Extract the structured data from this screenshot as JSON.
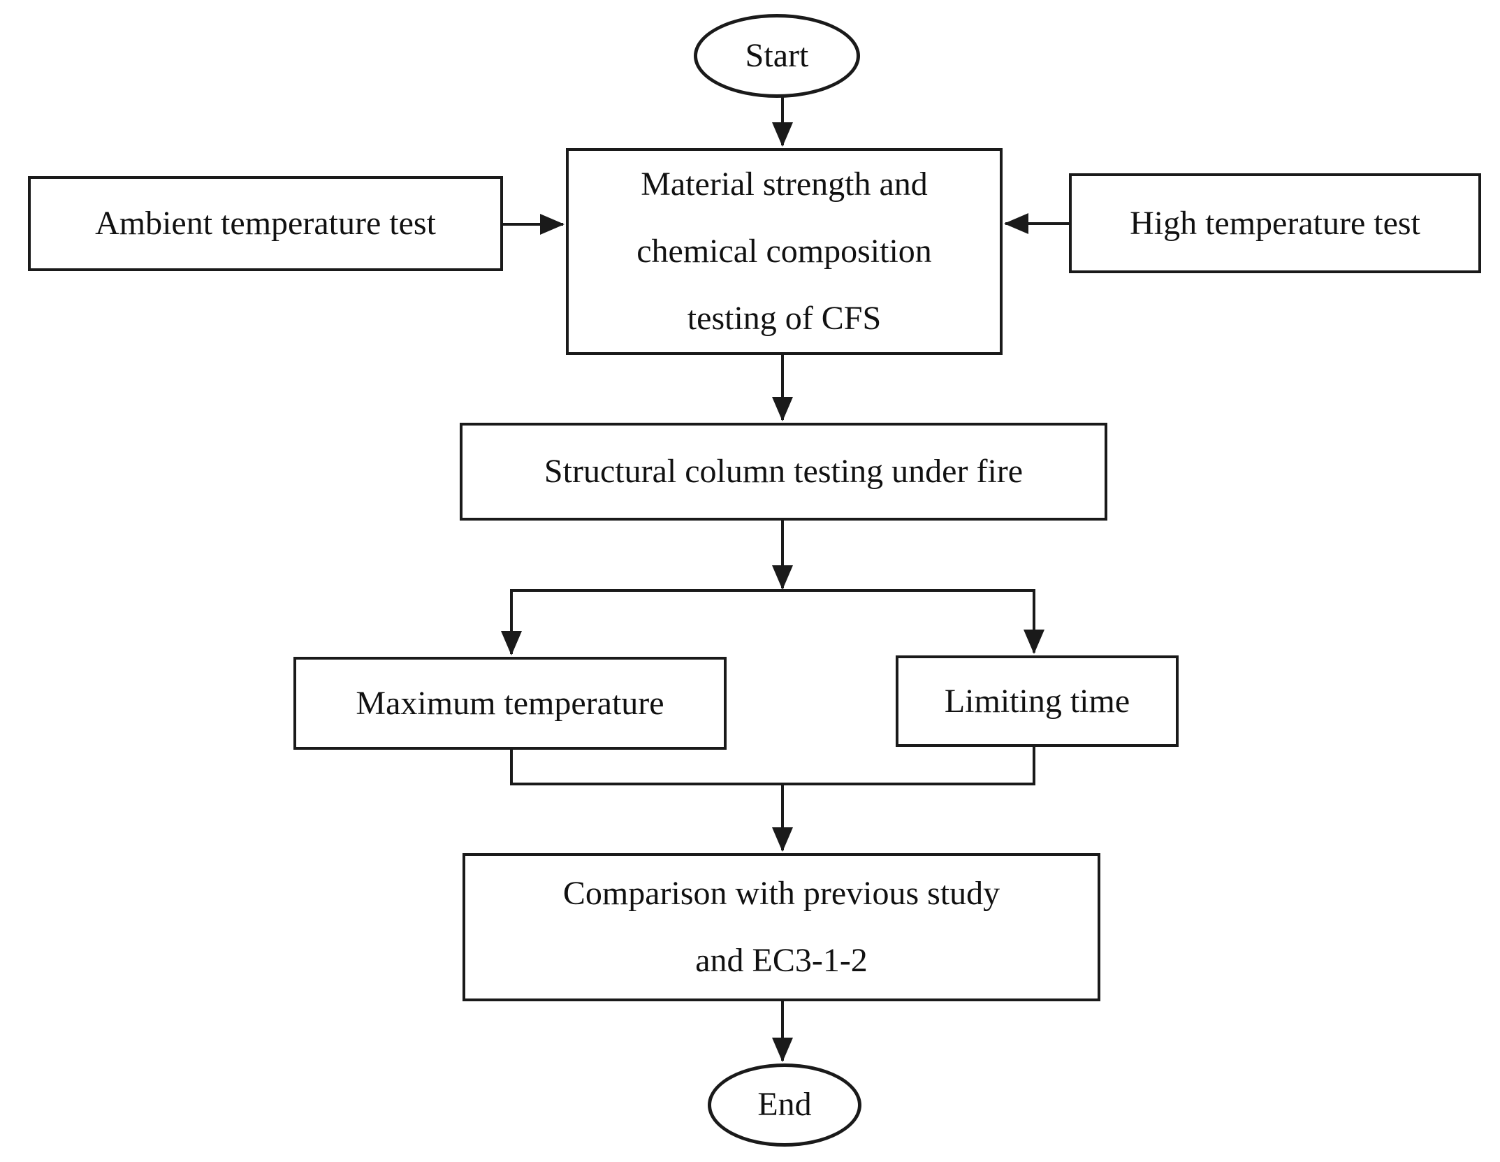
{
  "diagram": {
    "title": "Research methodology flowchart",
    "colors": {
      "stroke": "#1a1a1a",
      "text": "#111111",
      "background": "#ffffff"
    },
    "nodes": {
      "start": {
        "shape": "ellipse",
        "label": "Start",
        "lines": [
          "Start"
        ]
      },
      "material": {
        "shape": "process",
        "label": "Material strength and chemical composition testing of CFS",
        "lines": [
          "Material strength and",
          "chemical composition",
          "testing of CFS"
        ]
      },
      "ambient": {
        "shape": "process",
        "label": "Ambient temperature test",
        "lines": [
          "Ambient temperature test"
        ]
      },
      "high": {
        "shape": "process",
        "label": "High temperature test",
        "lines": [
          "High temperature test"
        ]
      },
      "structural": {
        "shape": "process",
        "label": "Structural column testing under fire",
        "lines": [
          "Structural column testing under fire"
        ]
      },
      "max_temperature": {
        "shape": "process",
        "label": "Maximum temperature",
        "lines": [
          "Maximum temperature"
        ]
      },
      "limiting_time": {
        "shape": "process",
        "label": "Limiting time",
        "lines": [
          "Limiting time"
        ]
      },
      "comparison": {
        "shape": "process",
        "label": "Comparison with previous study and EC3-1-2",
        "lines": [
          "Comparison with previous study",
          "and EC3-1-2"
        ]
      },
      "end": {
        "shape": "ellipse",
        "label": "End",
        "lines": [
          "End"
        ]
      }
    },
    "edges": [
      {
        "from": "start",
        "to": "material"
      },
      {
        "from": "ambient",
        "to": "material"
      },
      {
        "from": "high",
        "to": "material"
      },
      {
        "from": "material",
        "to": "structural"
      },
      {
        "from": "structural",
        "to": "max_temperature"
      },
      {
        "from": "structural",
        "to": "limiting_time"
      },
      {
        "from": "max_temperature",
        "to": "comparison"
      },
      {
        "from": "limiting_time",
        "to": "comparison"
      },
      {
        "from": "comparison",
        "to": "end"
      }
    ]
  }
}
